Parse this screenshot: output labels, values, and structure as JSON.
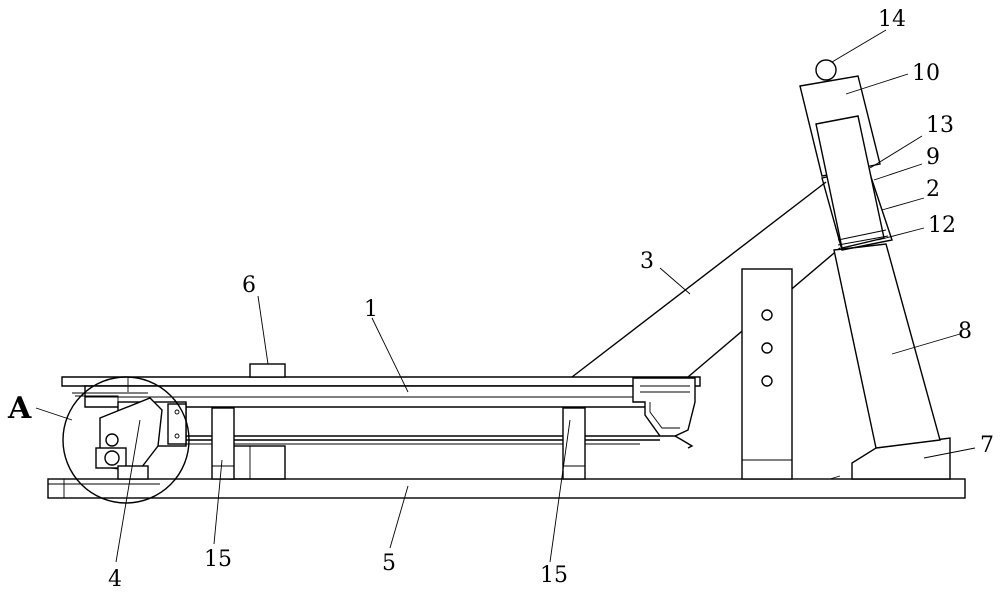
{
  "labels": {
    "l1": "1",
    "l2": "2",
    "l3": "3",
    "l4": "4",
    "l5": "5",
    "l6": "6",
    "l7": "7",
    "l8": "8",
    "l9": "9",
    "l10": "10",
    "l12": "12",
    "l13": "13",
    "l14": "14",
    "l15a": "15",
    "l15b": "15",
    "detail": "A"
  }
}
